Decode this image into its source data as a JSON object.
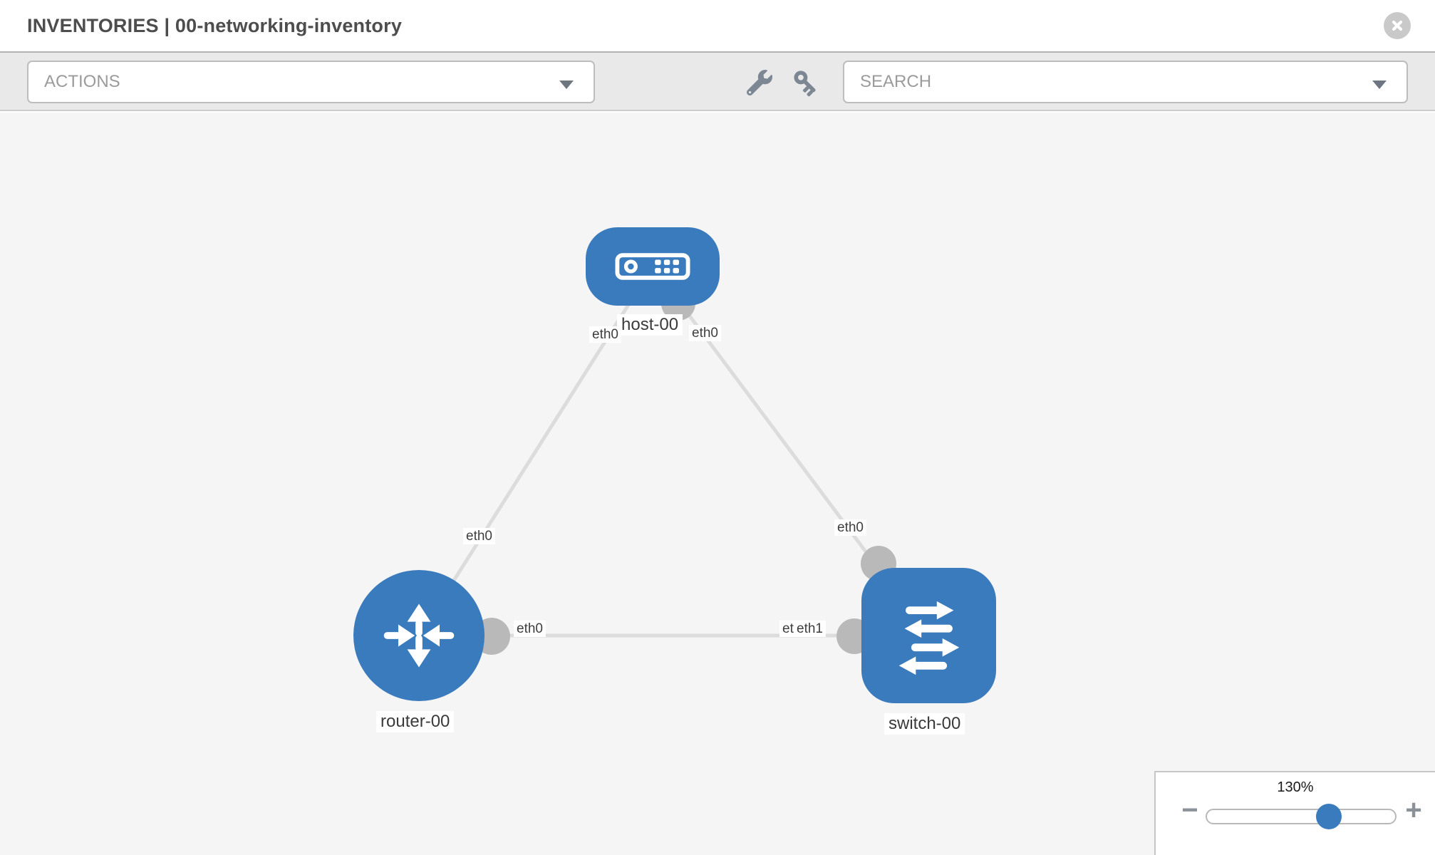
{
  "header": {
    "title": "INVENTORIES | 00-networking-inventory"
  },
  "toolbar": {
    "actions_label": "ACTIONS",
    "search_placeholder": "SEARCH",
    "icons": [
      "wrench-icon",
      "key-icon",
      "chevron-down-icon"
    ]
  },
  "canvas": {
    "nodes": [
      {
        "id": "host-00",
        "type": "host",
        "label": "host-00"
      },
      {
        "id": "router-00",
        "type": "router",
        "label": "router-00"
      },
      {
        "id": "switch-00",
        "type": "switch",
        "label": "switch-00"
      }
    ],
    "links": [
      {
        "from": "host-00",
        "to": "router-00"
      },
      {
        "from": "host-00",
        "to": "switch-00"
      },
      {
        "from": "router-00",
        "to": "switch-00"
      }
    ],
    "interface_labels": [
      {
        "text": "eth0",
        "position": "host-left"
      },
      {
        "text": "eth0",
        "position": "host-right"
      },
      {
        "text": "eth0",
        "position": "router-uplink"
      },
      {
        "text": "eth0",
        "position": "switch-uplink"
      },
      {
        "text": "eth0",
        "position": "router-switch-link-router-end"
      },
      {
        "text": "eth0",
        "position": "router-switch-link-switch-end-back"
      },
      {
        "text": "eth1",
        "position": "router-switch-link-switch-end-front"
      }
    ]
  },
  "zoom_control": {
    "level": "130%",
    "minus": "−",
    "plus": "+"
  },
  "colors": {
    "node_blue": "#3a7bbd",
    "link_gray": "#dcdcdc",
    "dot_gray": "#b9b9b9",
    "toolbar_bg": "#e9e9e9",
    "canvas_bg": "#f5f5f5",
    "placeholder_gray": "#9b9b9b"
  }
}
